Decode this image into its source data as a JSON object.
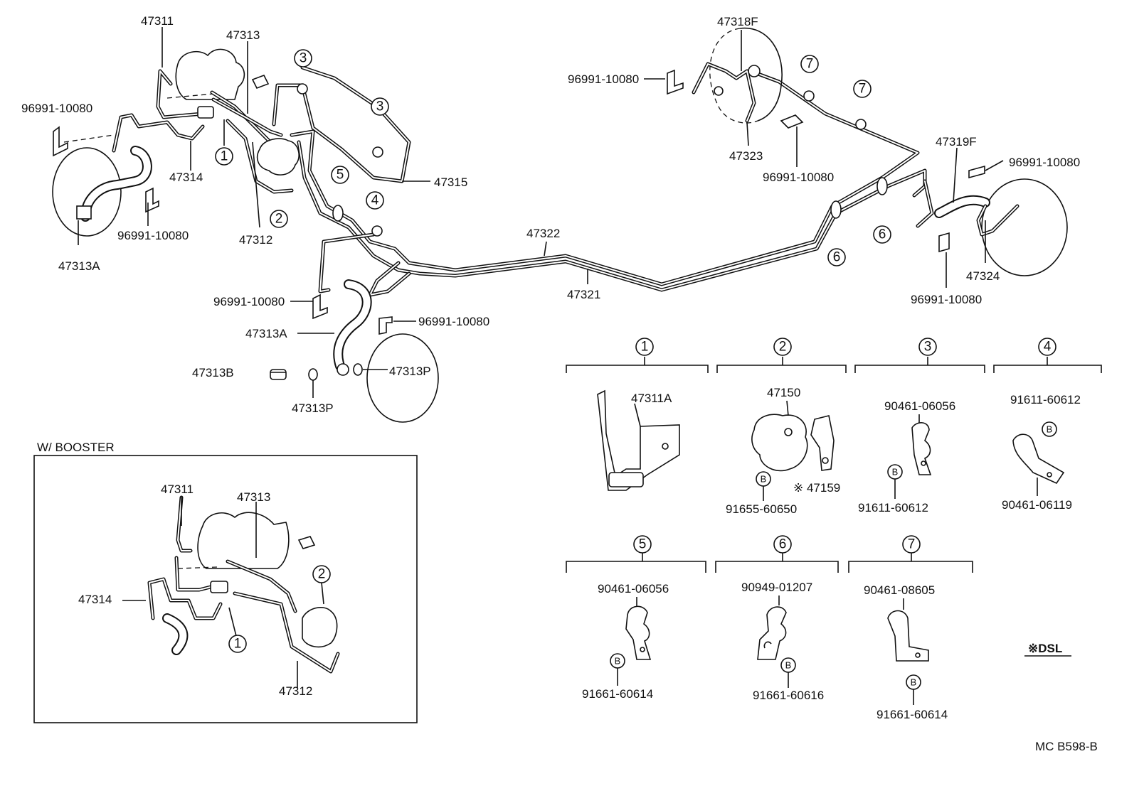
{
  "labels": {
    "p47311": "47311",
    "p47313": "47313",
    "p96991_a": "96991-10080",
    "p47314": "47314",
    "p96991_b": "96991-10080",
    "p47313a_a": "47313A",
    "p47312": "47312",
    "p47315": "47315",
    "p96991_c": "96991-10080",
    "p96991_d": "96991-10080",
    "p47313a_b": "47313A",
    "p47313b": "47313B",
    "p47313p_a": "47313P",
    "p47313p_b": "47313P",
    "p47322": "47322",
    "p47321": "47321",
    "p47318f": "47318F",
    "p96991_e": "96991-10080",
    "p47323": "47323",
    "p96991_f": "96991-10080",
    "p47319f": "47319F",
    "p96991_g": "96991-10080",
    "p47324": "47324",
    "p96991_h": "96991-10080"
  },
  "booster": {
    "title": "W/ BOOSTER",
    "p47311": "47311",
    "p47313": "47313",
    "p47314": "47314",
    "p47312": "47312"
  },
  "circles": {
    "c1": "1",
    "c2": "2",
    "c3": "3",
    "c4": "4",
    "c5": "5",
    "c6": "6",
    "c7": "7"
  },
  "details": {
    "d1": {
      "num": "1",
      "part": "47311A"
    },
    "d2": {
      "num": "2",
      "part": "47150",
      "bolt": "91655-60650",
      "dsl_part": "※ 47159",
      "b": "B"
    },
    "d3": {
      "num": "3",
      "clamp": "90461-06056",
      "bolt": "91611-60612",
      "b": "B"
    },
    "d4": {
      "num": "4",
      "bolt": "91611-60612",
      "clamp": "90461-06119",
      "b": "B"
    },
    "d5": {
      "num": "5",
      "clamp": "90461-06056",
      "bolt": "91661-60614",
      "b": "B"
    },
    "d6": {
      "num": "6",
      "clamp": "90949-01207",
      "bolt": "91661-60616",
      "b": "B"
    },
    "d7": {
      "num": "7",
      "clamp": "90461-08605",
      "bolt": "91661-60614",
      "b": "B"
    }
  },
  "legend": {
    "dsl": "※DSL"
  },
  "code": "MC  B598-B"
}
